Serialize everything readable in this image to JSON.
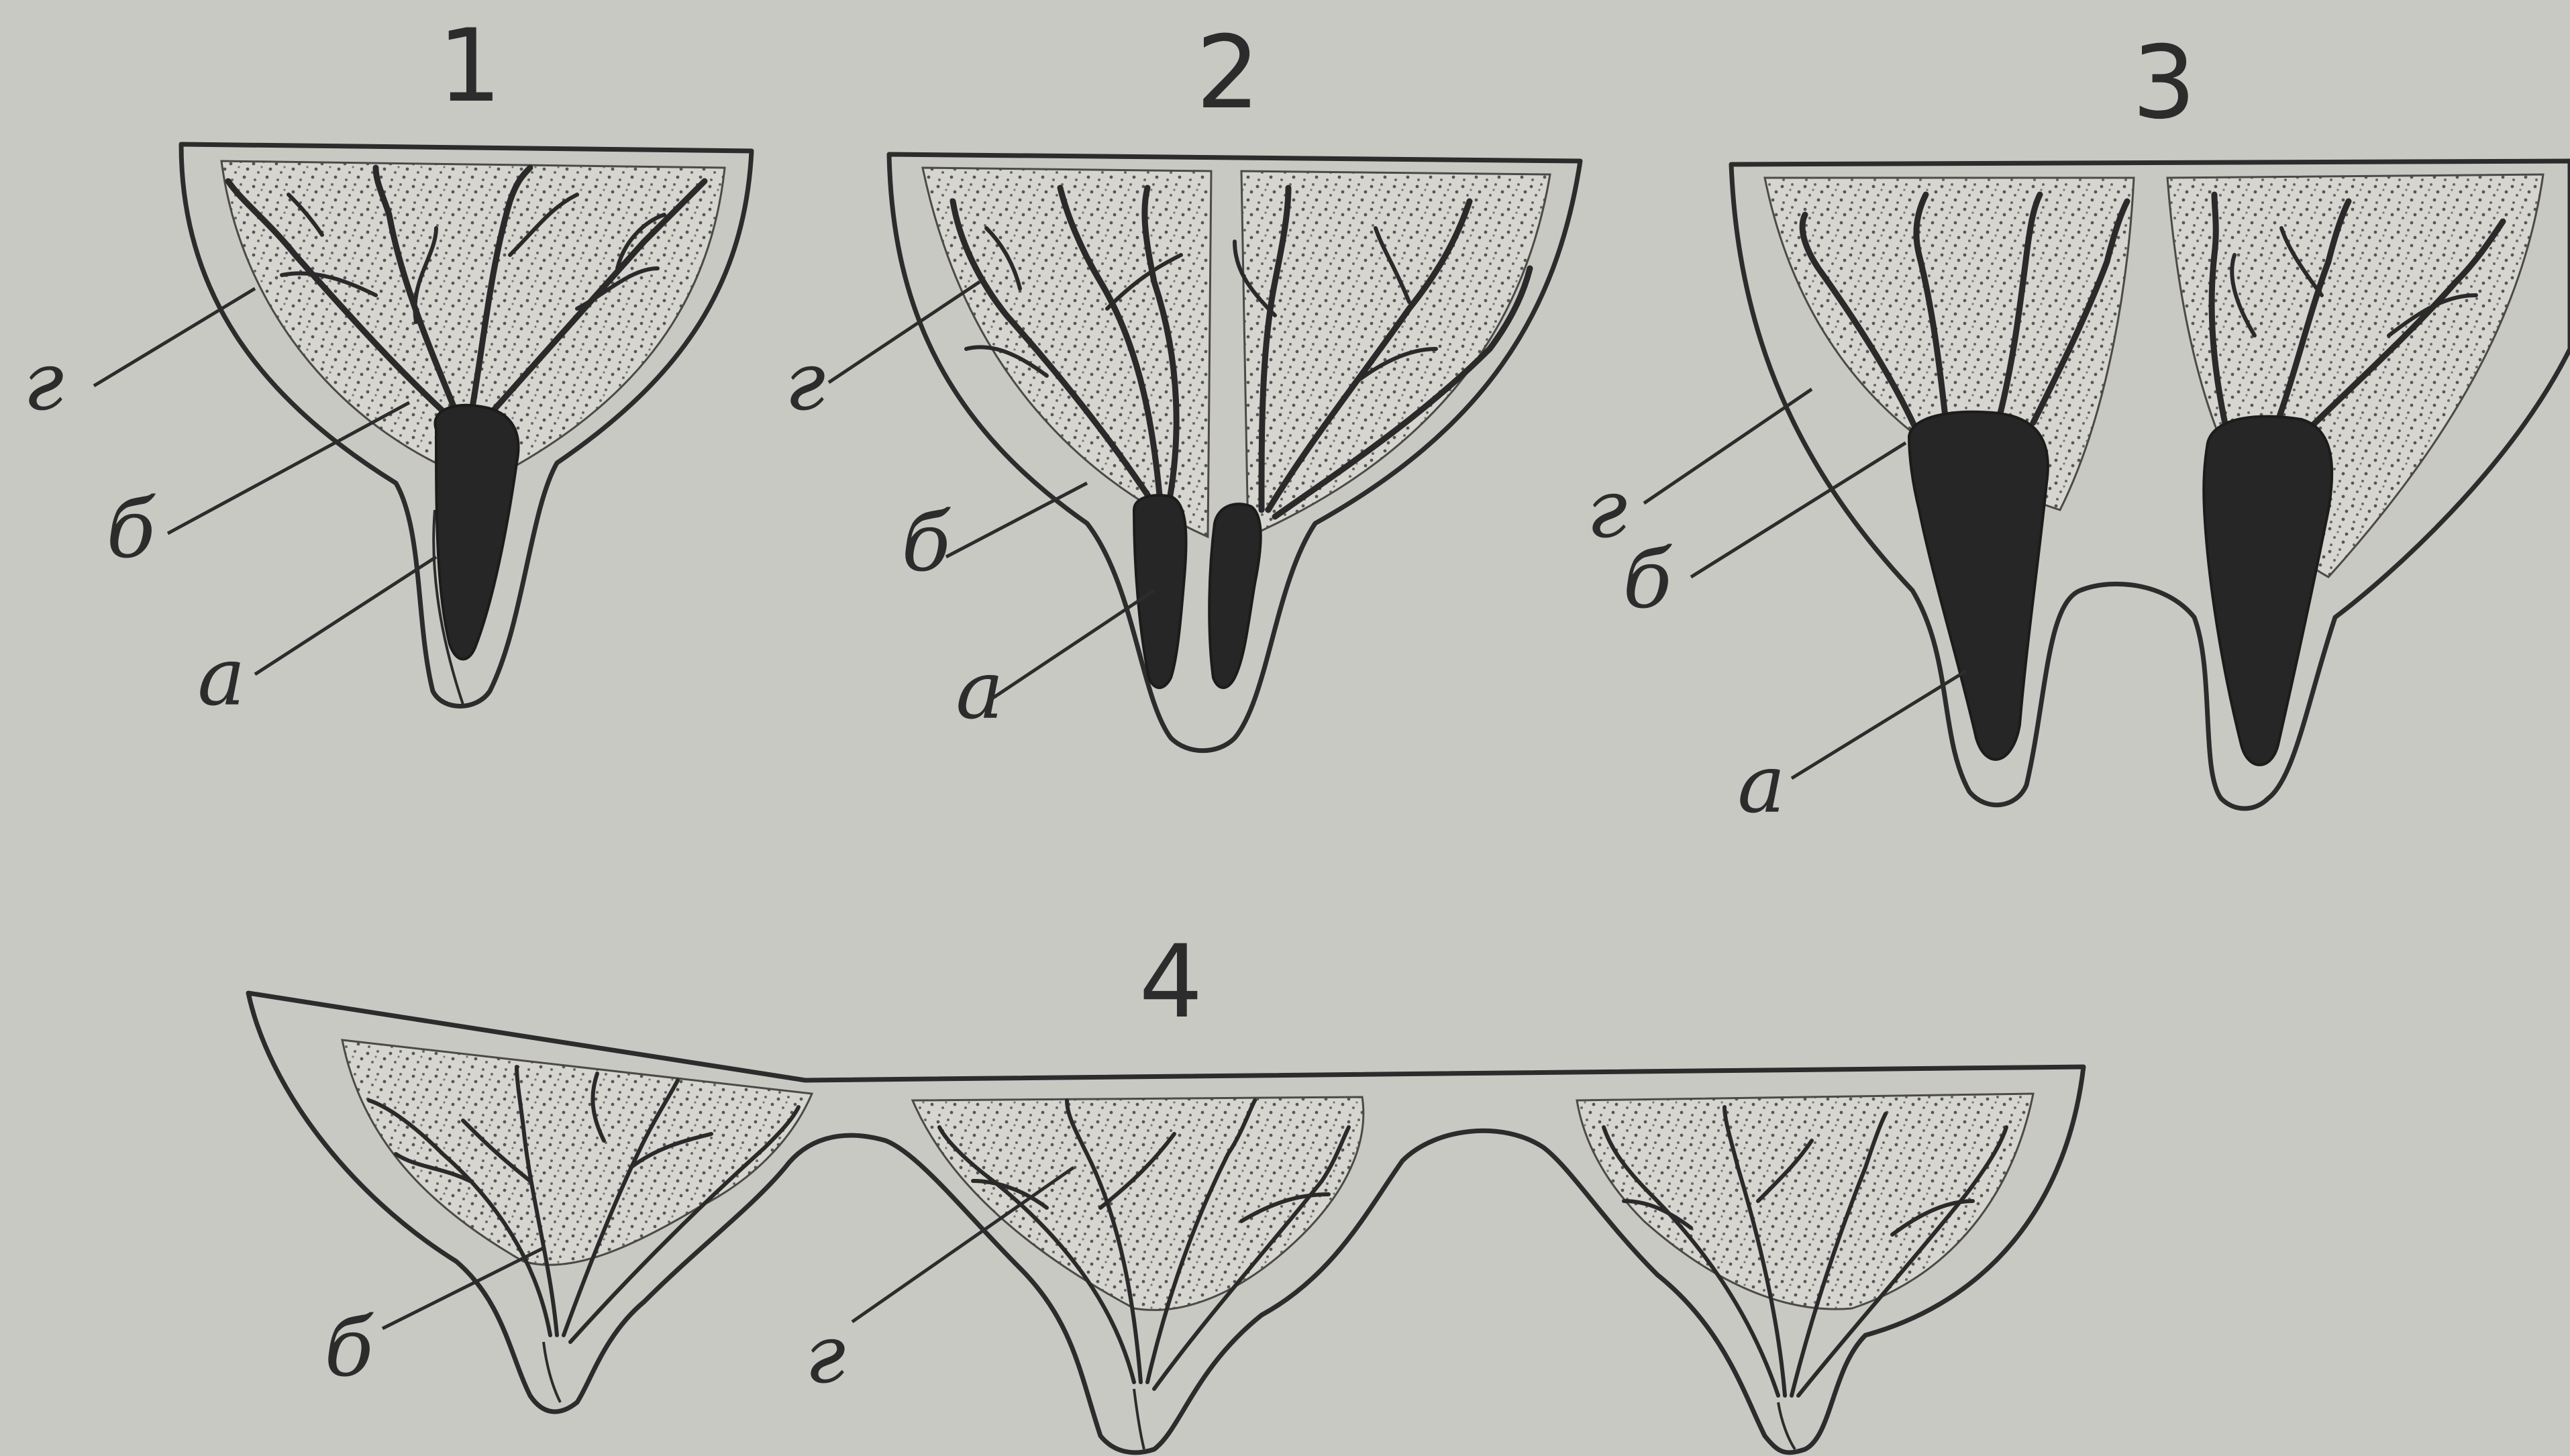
{
  "panels": [
    {
      "number": "1",
      "labels": [
        "г",
        "б",
        "а"
      ]
    },
    {
      "number": "2",
      "labels": [
        "г",
        "б",
        "а"
      ]
    },
    {
      "number": "3",
      "labels": [
        "г",
        "б",
        "а"
      ]
    },
    {
      "number": "4",
      "labels": [
        "б",
        "г"
      ]
    }
  ],
  "colors": {
    "paper": "#c9c9c4",
    "ink": "#2c2c2c",
    "tissue": "#d6d5cf",
    "sinus": "#262626"
  }
}
